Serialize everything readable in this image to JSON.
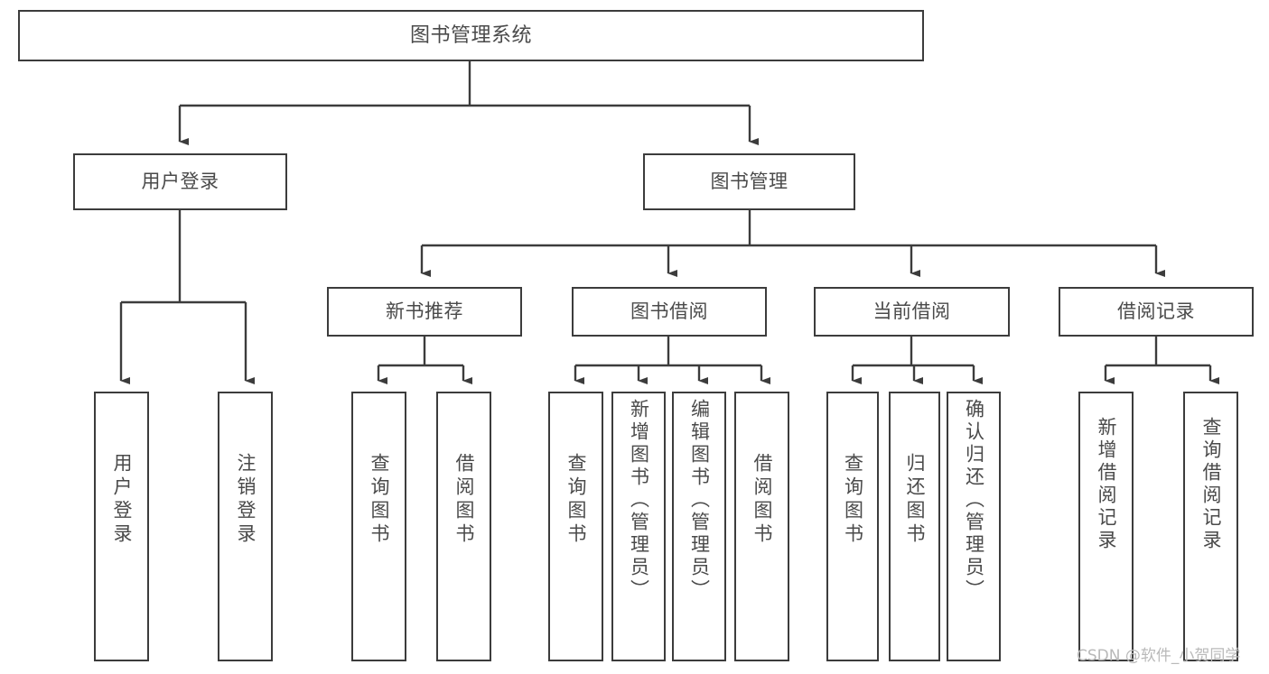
{
  "diagram": {
    "title": "图书管理系统",
    "watermark": "CSDN @软件_小贺同学",
    "stroke_color": "#3c3c3c",
    "text_color": "#4a4a4a",
    "background_color": "#ffffff",
    "watermark_color": "#b9b9b9"
  },
  "nodes": {
    "root": "图书管理系统",
    "level2": {
      "user_login": "用户登录",
      "book_manage": "图书管理"
    },
    "level3": {
      "new_book_recommend": "新书推荐",
      "book_borrow": "图书借阅",
      "current_borrow": "当前借阅",
      "borrow_record": "借阅记录"
    },
    "leaves": {
      "user_login_1": "用户登录",
      "user_login_2": "注销登录",
      "recommend_1": "查询图书",
      "recommend_2": "借阅图书",
      "borrow_1": "查询图书",
      "borrow_2": "新增图书（管理员）",
      "borrow_3": "编辑图书（管理员）",
      "borrow_4": "借阅图书",
      "current_1": "查询图书",
      "current_2": "归还图书",
      "current_3": "确认归还（管理员）",
      "record_1": "新增借阅记录",
      "record_2": "查询借阅记录"
    }
  }
}
